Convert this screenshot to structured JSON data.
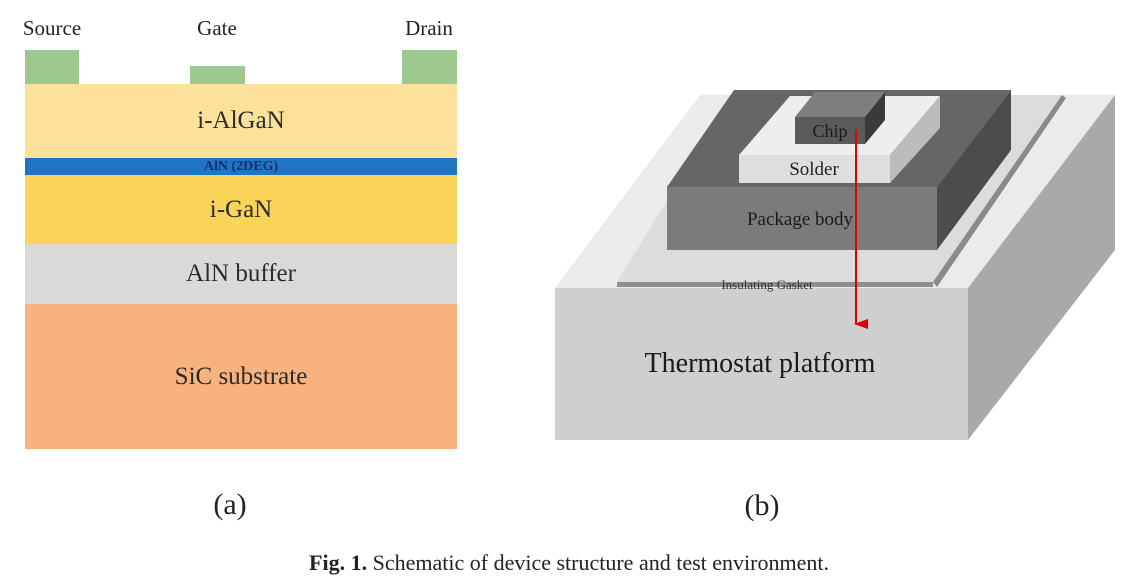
{
  "panel_a": {
    "contacts": {
      "source": "Source",
      "gate": "Gate",
      "drain": "Drain"
    },
    "layers": {
      "algan": "i-AlGaN",
      "aln_2deg": "AlN (2DEG)",
      "gan": "i-GaN",
      "aln_buffer": "AlN buffer",
      "sic": "SiC substrate"
    },
    "label": "(a)"
  },
  "panel_b": {
    "chip": "Chip",
    "solder": "Solder",
    "package_body": "Package body",
    "gasket": "Insulating Gasket",
    "platform": "Thermostat platform",
    "label": "(b)"
  },
  "caption": {
    "prefix": "Fig. 1.",
    "text": "Schematic of device structure and test environment."
  },
  "colors": {
    "contact": "#9dc98e",
    "algan": "#fbe19a",
    "aln_2deg": "#1f74c6",
    "gan": "#f9d459",
    "aln_buffer": "#d9d9d9",
    "sic": "#f8b27e",
    "arrow": "#e00000"
  }
}
